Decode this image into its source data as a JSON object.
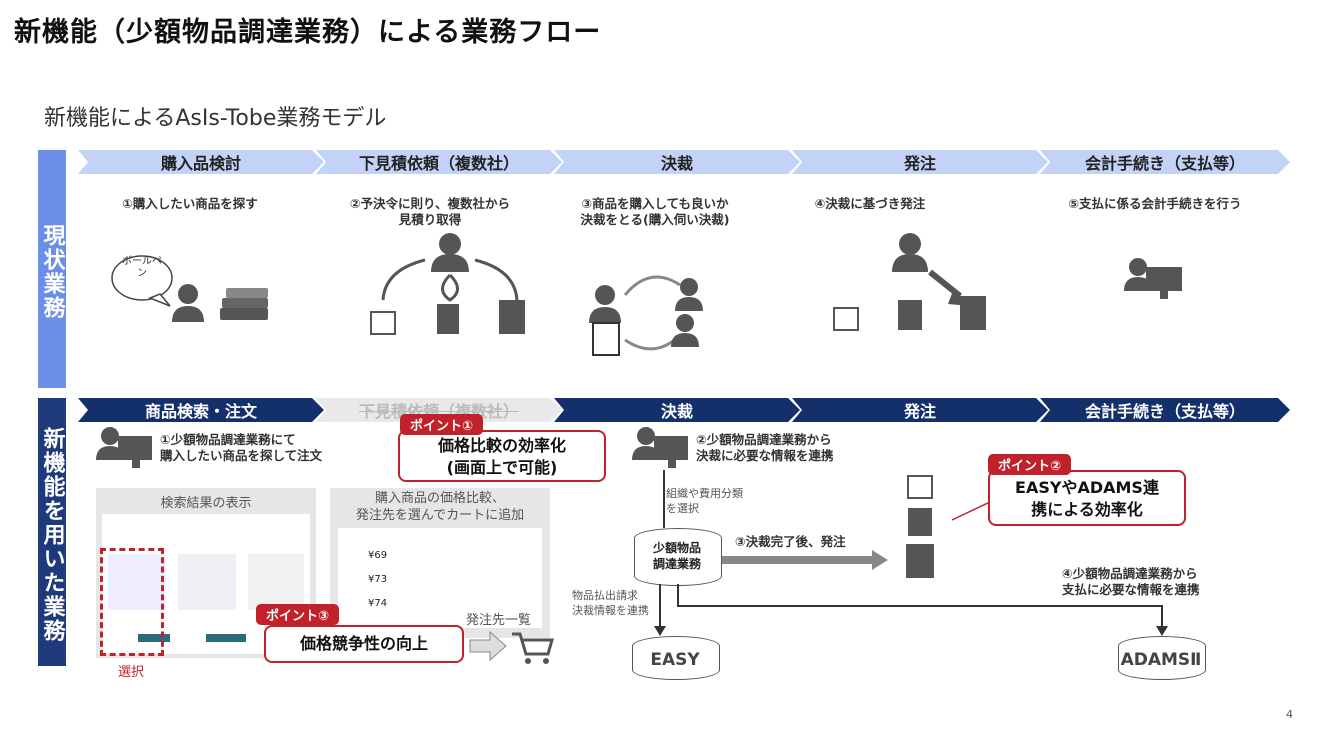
{
  "title": "新機能（少額物品調達業務）による業務フロー",
  "subtitle": "新機能によるAsIs-Tobe業務モデル",
  "asis": {
    "label": "現状業務",
    "stages": [
      "購入品検討",
      "下見積依頼（複数社）",
      "決裁",
      "発注",
      "会計手続き（支払等）"
    ],
    "steps": [
      "①購入したい商品を探す",
      "②予決令に則り、複数社から\n見積り取得",
      "③商品を購入しても良いか\n決裁をとる(購入伺い決裁)",
      "④決裁に基づき発注",
      "⑤支払に係る会計手続きを行う"
    ],
    "bubble": "ボールペン"
  },
  "tobe": {
    "label": "新機能を用いた業務",
    "stages": [
      "商品検索・注文",
      "下見積依頼（複数社）",
      "決裁",
      "発注",
      "会計手続き（支払等）"
    ],
    "step1": "①少額物品調達業務にて\n購入したい商品を探して注文",
    "step2": "②少額物品調達業務から\n決裁に必要な情報を連携",
    "note_org": "組織や費用分類\nを選択",
    "system": "少額物品\n調達業務",
    "step3": "③決裁完了後、発注",
    "note_req": "物品払出請求\n決裁情報を連携",
    "step4": "④少額物品調達業務から\n支払に必要な情報を連携",
    "db_easy": "EASY",
    "db_adams": "ADAMSⅡ",
    "screen1_title": "検索結果の表示",
    "screen2_title": "購入商品の価格比較、\n発注先を選んでカートに追加",
    "select_label": "選択",
    "order_label": "発注先一覧",
    "point1_badge": "ポイント①",
    "point1_text": "価格比較の効率化\n(画面上で可能)",
    "point2_badge": "ポイント②",
    "point2_text": "EASYやADAMS連\n携による効率化",
    "point3_badge": "ポイント③",
    "point3_text": "価格競争性の向上",
    "prices": [
      "¥69",
      "¥73",
      "¥74"
    ]
  },
  "page_number": "4",
  "colors": {
    "asis_band": "#6b8fe8",
    "asis_chevron": "#c3d3f7",
    "tobe_band": "#1f3a7a",
    "tobe_chevron": "#13306b",
    "accent": "#c0212b"
  }
}
